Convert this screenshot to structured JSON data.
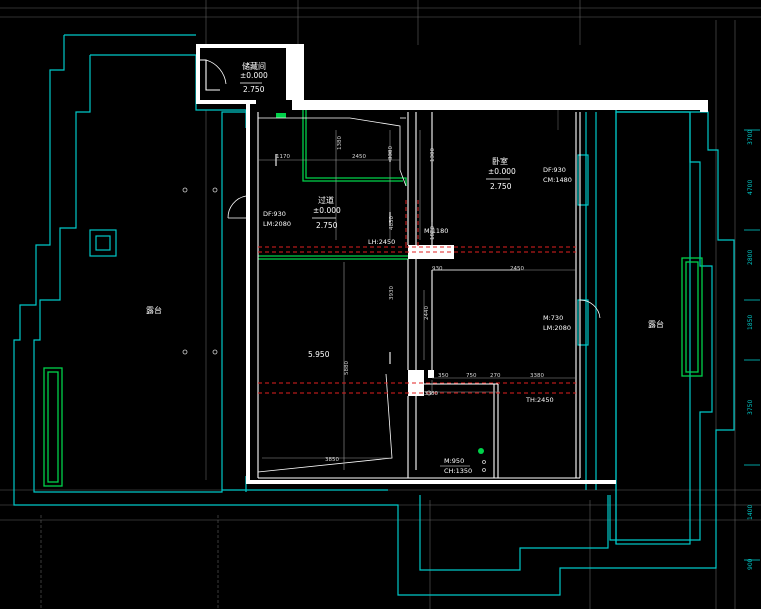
{
  "rooms": {
    "storage": {
      "name": "储藏间",
      "level": "±0.000",
      "height": "2.750"
    },
    "hall": {
      "name": "过道",
      "level": "±0.000",
      "height": "2.750"
    },
    "bedroom": {
      "name": "卧室",
      "level": "±0.000",
      "height": "2.750"
    },
    "balcony_left": {
      "name": "露台"
    },
    "balcony_right": {
      "name": "露台"
    },
    "lower_room": {
      "height": "5.950"
    }
  },
  "tags": {
    "hall_tag_1": "DF:930",
    "hall_tag_2": "LM:2080",
    "bed_tag_1": "DF:930",
    "bed_tag_2": "CM:1480",
    "mid_tag": "M:1180",
    "lh_tag": "LH:2450",
    "right_tag_1": "M:730",
    "right_tag_2": "LM:2080",
    "th_tag": "TH:2450",
    "bottom_tag_1": "M:950",
    "bottom_tag_2": "CH:1350"
  },
  "dims": {
    "d1170": "1170",
    "d2450a": "2450",
    "d1380": "1380",
    "d3380": "3380",
    "d1300": "1300",
    "d930": "930",
    "d2450b": "2450",
    "d2440": "2440",
    "d5880": "5880",
    "d3850": "3850",
    "d3930": "3930",
    "d4830": "4830",
    "d350": "350",
    "d3380b": "3380",
    "d750": "750",
    "d270": "270",
    "d3380c": "3380",
    "d1810": "1810"
  },
  "right_axis": {
    "a1": "3700",
    "a2": "4700",
    "a3": "2800",
    "a4": "1850",
    "a5": "3750",
    "a6": "1400",
    "a7": "900"
  },
  "colors": {
    "background": "#000000",
    "wall": "#ffffff",
    "outline_cyan": "#00c8c8",
    "dashed_red": "#e02020",
    "green": "#00d24a",
    "grid": "#9a9a9a"
  }
}
